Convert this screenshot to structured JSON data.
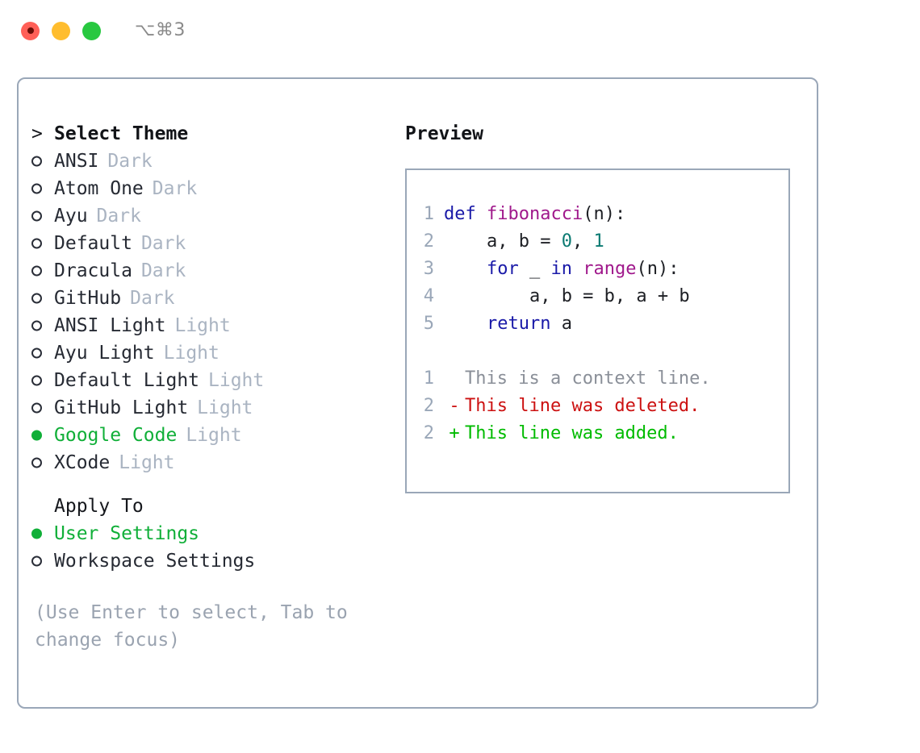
{
  "window": {
    "shortcut_label": "⌥⌘3",
    "traffic_lights": [
      "close-button",
      "minimize-button",
      "maximize-button"
    ],
    "colors": {
      "close": "#ff5f57",
      "minimize": "#ffbd2e",
      "maximize": "#28c840",
      "accent_green": "#10af38",
      "border": "#9aa7b8",
      "badge": "#aab4c2",
      "hint": "#9aa3b0"
    }
  },
  "theme_picker": {
    "prompt_marker": ">",
    "title": "Select Theme",
    "items": [
      {
        "marker": "o",
        "name": "ANSI",
        "badge": "Dark",
        "selected": false
      },
      {
        "marker": "o",
        "name": "Atom One",
        "badge": "Dark",
        "selected": false
      },
      {
        "marker": "o",
        "name": "Ayu",
        "badge": "Dark",
        "selected": false
      },
      {
        "marker": "o",
        "name": "Default",
        "badge": "Dark",
        "selected": false
      },
      {
        "marker": "o",
        "name": "Dracula",
        "badge": "Dark",
        "selected": false
      },
      {
        "marker": "o",
        "name": "GitHub",
        "badge": "Dark",
        "selected": false
      },
      {
        "marker": "o",
        "name": "ANSI Light",
        "badge": "Light",
        "selected": false
      },
      {
        "marker": "o",
        "name": "Ayu Light",
        "badge": "Light",
        "selected": false
      },
      {
        "marker": "o",
        "name": "Default Light",
        "badge": "Light",
        "selected": false
      },
      {
        "marker": "o",
        "name": "GitHub Light",
        "badge": "Light",
        "selected": false
      },
      {
        "marker": "●",
        "name": "Google Code",
        "badge": "Light",
        "selected": true
      },
      {
        "marker": "o",
        "name": "XCode",
        "badge": "Light",
        "selected": false
      }
    ]
  },
  "apply_to": {
    "title": "Apply To",
    "options": [
      {
        "name": "User Settings",
        "selected": true
      },
      {
        "name": "Workspace Settings",
        "selected": false
      }
    ]
  },
  "hint": {
    "text": "(Use Enter to select, Tab to change focus)"
  },
  "preview": {
    "title": "Preview",
    "code_lines": [
      {
        "number": "1",
        "tokens": [
          {
            "text": "def ",
            "type": "keyword"
          },
          {
            "text": "fibonacci",
            "type": "function"
          },
          {
            "text": "(n):",
            "type": "plain"
          }
        ]
      },
      {
        "number": "2",
        "tokens": [
          {
            "text": "    a, b = ",
            "type": "plain"
          },
          {
            "text": "0",
            "type": "number"
          },
          {
            "text": ", ",
            "type": "plain"
          },
          {
            "text": "1",
            "type": "number"
          }
        ]
      },
      {
        "number": "3",
        "tokens": [
          {
            "text": "    ",
            "type": "plain"
          },
          {
            "text": "for",
            "type": "keyword"
          },
          {
            "text": " _ ",
            "type": "plain"
          },
          {
            "text": "in",
            "type": "keyword"
          },
          {
            "text": " ",
            "type": "plain"
          },
          {
            "text": "range",
            "type": "function"
          },
          {
            "text": "(n):",
            "type": "plain"
          }
        ]
      },
      {
        "number": "4",
        "tokens": [
          {
            "text": "        a, b = b, a + b",
            "type": "plain"
          }
        ]
      },
      {
        "number": "5",
        "tokens": [
          {
            "text": "    ",
            "type": "plain"
          },
          {
            "text": "return",
            "type": "keyword"
          },
          {
            "text": " a",
            "type": "plain"
          }
        ]
      }
    ],
    "diff_lines": [
      {
        "number": "1",
        "marker": " ",
        "text": "This is a context line.",
        "type": "context"
      },
      {
        "number": "2",
        "marker": "-",
        "text": "This line was deleted.",
        "type": "deleted"
      },
      {
        "number": "2",
        "marker": "+",
        "text": "This line was added.",
        "type": "added"
      }
    ]
  }
}
